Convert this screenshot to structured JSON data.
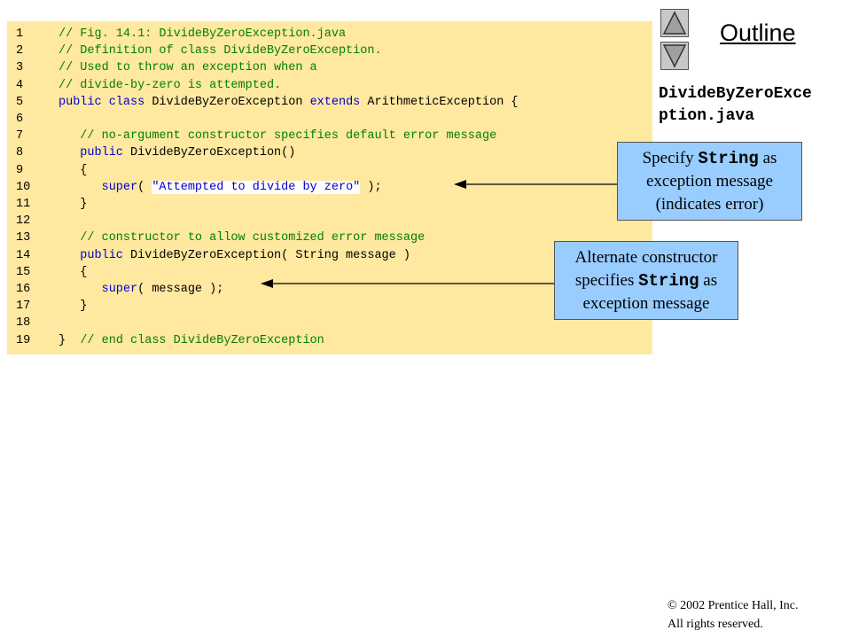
{
  "code_lines": [
    {
      "num": "1",
      "parts": [
        {
          "t": "// Fig. 14.1: DivideByZeroException.java",
          "c": "cm"
        }
      ]
    },
    {
      "num": "2",
      "parts": [
        {
          "t": "// Definition of class DivideByZeroException.",
          "c": "cm"
        }
      ]
    },
    {
      "num": "3",
      "parts": [
        {
          "t": "// Used to throw an exception when a",
          "c": "cm"
        }
      ]
    },
    {
      "num": "4",
      "parts": [
        {
          "t": "// divide-by-zero is attempted.",
          "c": "cm"
        }
      ]
    },
    {
      "num": "5",
      "parts": [
        {
          "t": "public class ",
          "c": "kw"
        },
        {
          "t": "DivideByZeroException ",
          "c": ""
        },
        {
          "t": "extends ",
          "c": "kw"
        },
        {
          "t": "ArithmeticException {",
          "c": ""
        }
      ]
    },
    {
      "num": "6",
      "parts": []
    },
    {
      "num": "7",
      "parts": [
        {
          "t": "   // no-argument constructor specifies default error message",
          "c": "cm"
        }
      ]
    },
    {
      "num": "8",
      "parts": [
        {
          "t": "   public ",
          "c": "kw"
        },
        {
          "t": "DivideByZeroException()",
          "c": ""
        }
      ]
    },
    {
      "num": "9",
      "parts": [
        {
          "t": "   {",
          "c": ""
        }
      ]
    },
    {
      "num": "10",
      "parts": [
        {
          "t": "      super",
          "c": "kw"
        },
        {
          "t": "( ",
          "c": ""
        },
        {
          "t": "\"Attempted to divide by zero\"",
          "c": "st"
        },
        {
          "t": " );",
          "c": ""
        }
      ]
    },
    {
      "num": "11",
      "parts": [
        {
          "t": "   }",
          "c": ""
        }
      ]
    },
    {
      "num": "12",
      "parts": []
    },
    {
      "num": "13",
      "parts": [
        {
          "t": "   // constructor to allow customized error message",
          "c": "cm"
        }
      ]
    },
    {
      "num": "14",
      "parts": [
        {
          "t": "   public ",
          "c": "kw"
        },
        {
          "t": "DivideByZeroException( String message )",
          "c": ""
        }
      ]
    },
    {
      "num": "15",
      "parts": [
        {
          "t": "   {",
          "c": ""
        }
      ]
    },
    {
      "num": "16",
      "parts": [
        {
          "t": "      super",
          "c": "kw"
        },
        {
          "t": "( message );",
          "c": ""
        }
      ]
    },
    {
      "num": "17",
      "parts": [
        {
          "t": "   }",
          "c": ""
        }
      ]
    },
    {
      "num": "18",
      "parts": []
    },
    {
      "num": "19",
      "parts": [
        {
          "t": "}  ",
          "c": ""
        },
        {
          "t": "// end class DivideByZeroException",
          "c": "cm"
        }
      ]
    }
  ],
  "outline": {
    "title": "Outline",
    "filename_line1": "DivideByZeroExce",
    "filename_line2": "ption.java",
    "up_icon": "triangle-up-icon",
    "down_icon": "triangle-down-icon"
  },
  "callout1": {
    "line1_pre": "Specify ",
    "line1_code": "String",
    "line1_post": " as",
    "line2": "exception message",
    "line3": "(indicates error)"
  },
  "callout2": {
    "line1": "Alternate constructor",
    "line2_pre": "specifies ",
    "line2_code": "String",
    "line2_post": " as",
    "line3": "exception message"
  },
  "copyright": {
    "symbol": "©",
    "line1": " 2002 Prentice Hall, Inc.",
    "line2": "All rights reserved."
  },
  "colors": {
    "code_bg": "#ffe8a0",
    "comment": "#008000",
    "keyword": "#0000cc",
    "callout_bg": "#99ccff"
  }
}
